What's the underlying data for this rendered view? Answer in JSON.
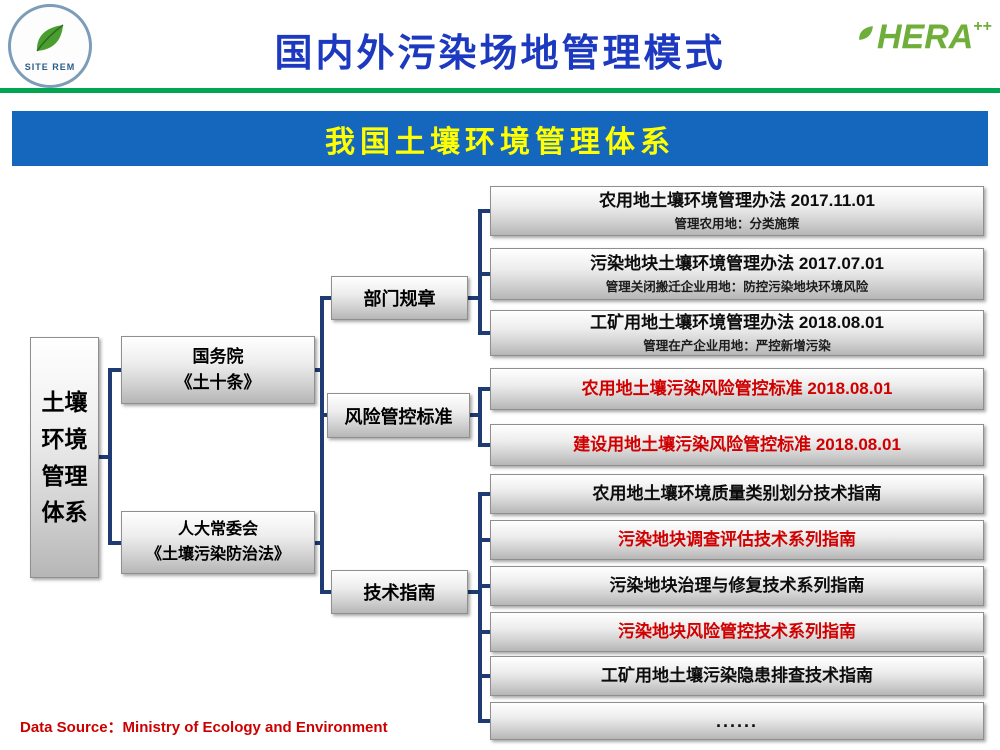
{
  "header": {
    "title": "国内外污染场地管理模式",
    "logo_left_text": "SITE REM",
    "logo_right_text": "HERA",
    "logo_right_sup": "++"
  },
  "banner": {
    "title": "我国土壤环境管理体系"
  },
  "tree": {
    "root": "土壤\n环境\n管理\n体系",
    "level2": [
      {
        "line1": "国务院",
        "line2": "《土十条》"
      },
      {
        "line1": "人大常委会",
        "line2": "《土壤污染防治法》"
      }
    ],
    "level3": [
      {
        "label": "部门规章"
      },
      {
        "label": "风险管控标准"
      },
      {
        "label": "技术指南"
      }
    ],
    "regulations": [
      {
        "title": "农用地土壤环境管理办法 2017.11.01",
        "subtitle": "管理农用地：分类施策"
      },
      {
        "title": "污染地块土壤环境管理办法 2017.07.01",
        "subtitle": "管理关闭搬迁企业用地：防控污染地块环境风险"
      },
      {
        "title": "工矿用地土壤环境管理办法 2018.08.01",
        "subtitle": "管理在产企业用地：严控新增污染"
      }
    ],
    "standards": [
      {
        "title": "农用地土壤污染风险管控标准 2018.08.01"
      },
      {
        "title": "建设用地土壤污染风险管控标准 2018.08.01"
      }
    ],
    "guidelines": [
      {
        "title": "农用地土壤环境质量类别划分技术指南"
      },
      {
        "title": "污染地块调查评估技术系列指南"
      },
      {
        "title": "污染地块治理与修复技术系列指南"
      },
      {
        "title": "污染地块风险管控技术系列指南"
      },
      {
        "title": "工矿用地土壤污染隐患排查技术指南"
      },
      {
        "title": "......"
      }
    ]
  },
  "footer": {
    "source": "Data Source：Ministry of Ecology and Environment"
  },
  "colors": {
    "title_blue": "#1c39c0",
    "banner_blue": "#1566bd",
    "banner_text": "#ffff00",
    "accent_green": "#00a651",
    "connector_blue": "#1f3b73",
    "highlight_red": "#d10000",
    "logo_green": "#6fae3a"
  }
}
